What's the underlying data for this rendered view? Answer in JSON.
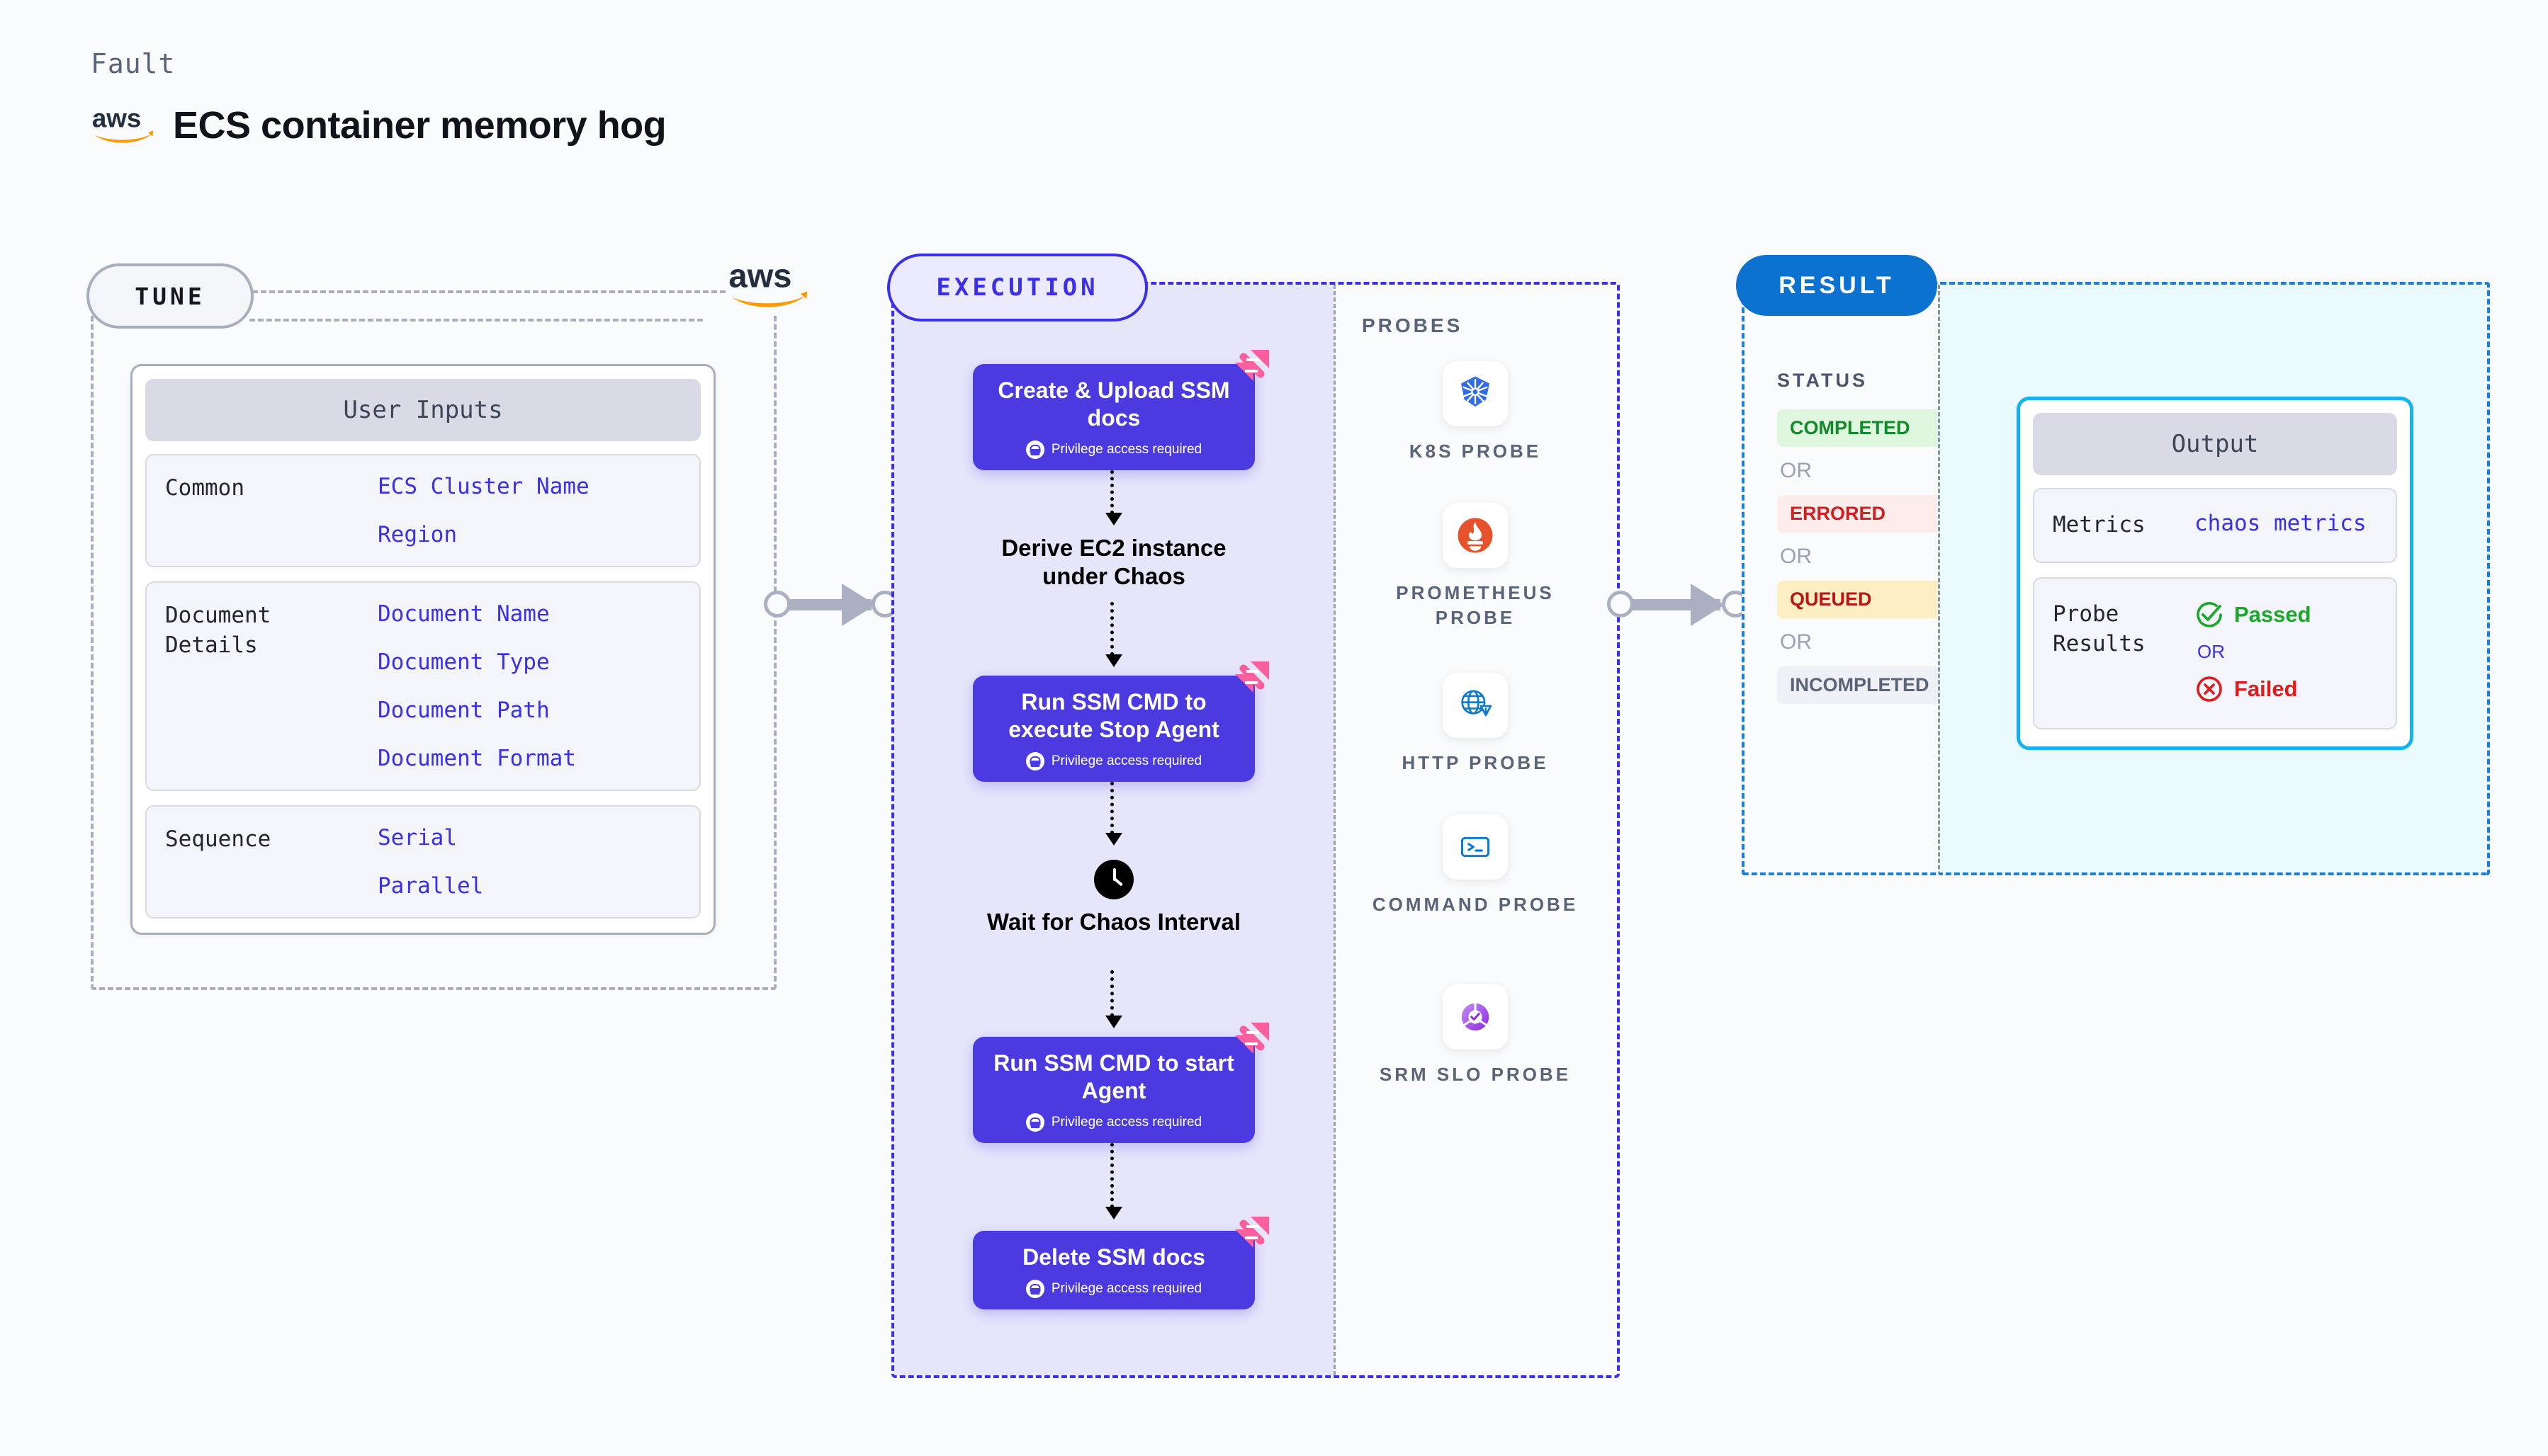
{
  "header": {
    "kicker": "Fault",
    "title": "ECS container memory hog",
    "logo": "aws-logo"
  },
  "tune": {
    "badge": "TUNE",
    "logo": "aws-logo",
    "card_title": "User Inputs",
    "sections": [
      {
        "label": "Common",
        "values": [
          "ECS Cluster Name",
          "Region"
        ]
      },
      {
        "label": "Document\nDetails",
        "values": [
          "Document Name",
          "Document Type",
          "Document Path",
          "Document Format"
        ]
      },
      {
        "label": "Sequence",
        "values": [
          "Serial",
          "Parallel"
        ]
      }
    ]
  },
  "execution": {
    "badge": "EXECUTION",
    "privilege_note": "Privilege access required",
    "steps": [
      {
        "type": "node",
        "title": "Create & Upload SSM docs",
        "privileged": true
      },
      {
        "type": "plain",
        "title": "Derive EC2 instance under Chaos",
        "icon": ""
      },
      {
        "type": "node",
        "title": "Run SSM CMD to execute Stop Agent",
        "privileged": true
      },
      {
        "type": "plain",
        "title": "Wait for Chaos Interval",
        "icon": "clock-icon"
      },
      {
        "type": "node",
        "title": "Run SSM CMD to start Agent",
        "privileged": true
      },
      {
        "type": "node",
        "title": "Delete SSM docs",
        "privileged": true
      }
    ],
    "probes_label": "PROBES",
    "probes": [
      {
        "name": "K8S PROBE",
        "icon": "kubernetes-icon"
      },
      {
        "name": "PROMETHEUS PROBE",
        "icon": "prometheus-icon"
      },
      {
        "name": "HTTP PROBE",
        "icon": "http-globe-icon"
      },
      {
        "name": "COMMAND PROBE",
        "icon": "terminal-icon"
      },
      {
        "name": "SRM SLO PROBE",
        "icon": "slo-donut-icon"
      }
    ]
  },
  "result": {
    "badge": "RESULT",
    "status_label": "STATUS",
    "or_text": "OR",
    "statuses": [
      {
        "label": "COMPLETED",
        "bg": "#dff6df",
        "fg": "#15892a"
      },
      {
        "label": "ERRORED",
        "bg": "#fdecec",
        "fg": "#cf2020"
      },
      {
        "label": "QUEUED",
        "bg": "#fdeec4",
        "fg": "#b51616"
      },
      {
        "label": "INCOMPLETED",
        "bg": "#eef0f5",
        "fg": "#5a6478"
      }
    ],
    "output": {
      "title": "Output",
      "rows": [
        {
          "label": "Metrics",
          "value": "chaos metrics"
        },
        {
          "label": "Probe\nResults",
          "passed": "Passed",
          "or": "OR",
          "failed": "Failed"
        }
      ]
    }
  },
  "colors": {
    "node_purple": "#4a3ae0",
    "ribbon_pink": "#fb5f9e",
    "result_blue": "#0b72cf",
    "output_cyan": "#15b3ec",
    "mono_value": "#3b30e8"
  }
}
